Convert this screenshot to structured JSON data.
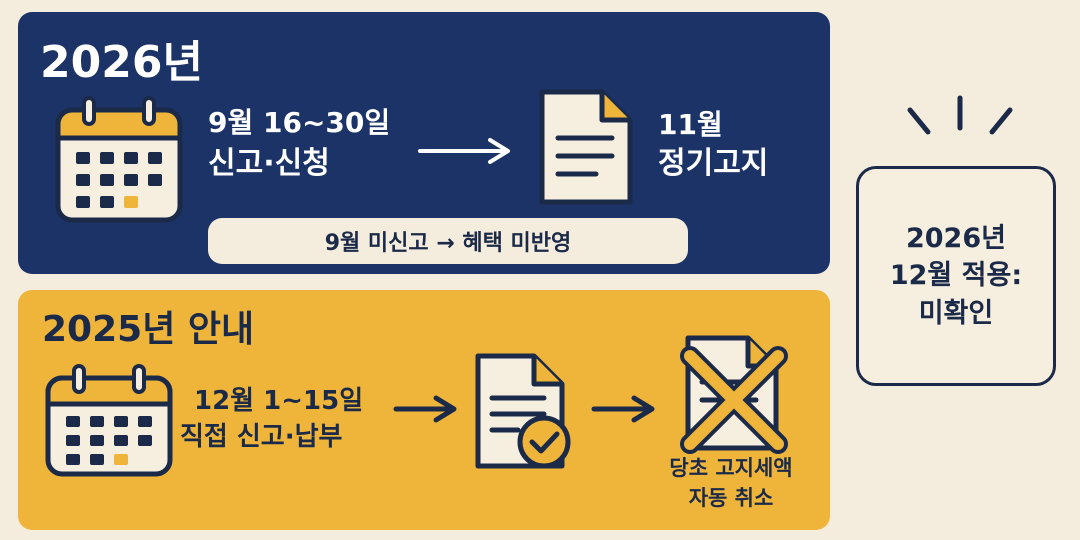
{
  "section_2026": {
    "title": "2026년",
    "period": "9월 16~30일",
    "action": "신고·신청",
    "result_month": "11월",
    "result_label": "정기고지",
    "warning": "9월 미신고 → 혜택 미반영"
  },
  "section_2025": {
    "title": "2025년 안내",
    "period": "12월 1~15일",
    "action": "직접 신고·납부",
    "cancel_line1": "당초 고지세액",
    "cancel_line2": "자동 취소"
  },
  "notice": {
    "text": "2026년\n12월 적용:\n미확인"
  },
  "colors": {
    "navy": "#1b3366",
    "yellow": "#efb53a",
    "cream": "#f4ecdc",
    "ink": "#1b2a48"
  },
  "icons": {
    "calendar": "calendar-icon",
    "document": "document-icon",
    "document_check": "document-check-icon",
    "document_cancel": "document-cancel-icon",
    "arrow": "arrow-right-icon",
    "burst": "attention-burst-icon"
  }
}
